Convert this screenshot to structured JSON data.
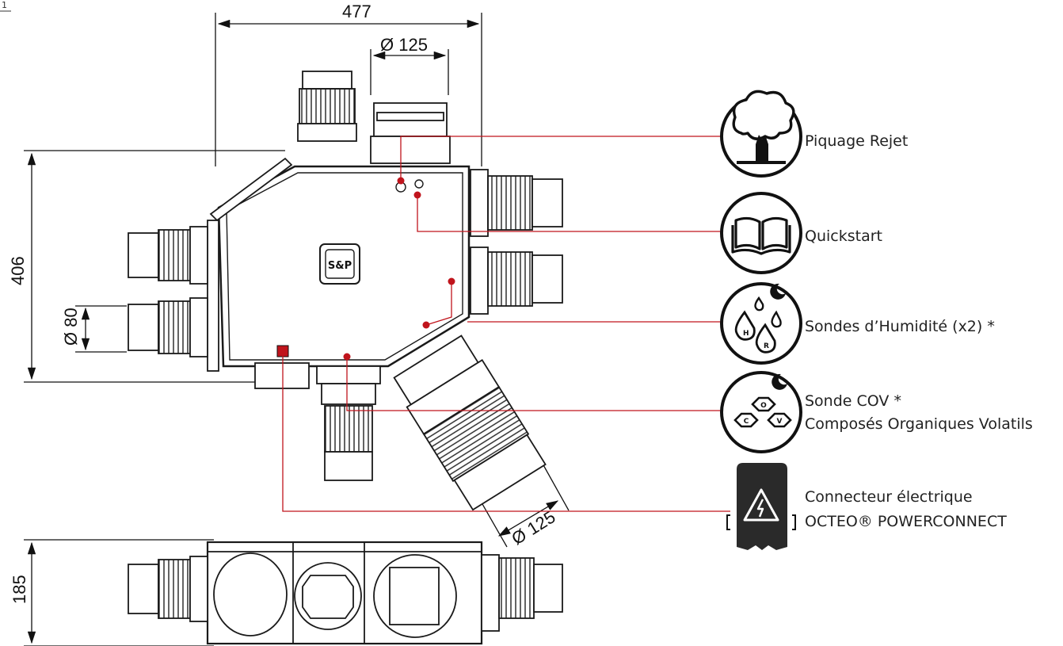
{
  "corner_mark": "1",
  "dimensions": {
    "width": "477",
    "top_pipe": "Ø 125",
    "height": "406",
    "side_pipe": "Ø 80",
    "diag_pipe": "Ø 125",
    "depth": "185"
  },
  "logo": "S&P",
  "legend": [
    {
      "icon": "tree-icon",
      "text": "Piquage Rejet"
    },
    {
      "icon": "book-icon",
      "text": "Quickstart"
    },
    {
      "icon": "humidity-icon",
      "text": "Sondes d’Humidité (x2) *",
      "letters": [
        "H",
        "R"
      ]
    },
    {
      "icon": "voc-icon",
      "line1": "Sonde COV *",
      "line2": "Composés Organiques Volatils",
      "letters": [
        "C",
        "O",
        "V"
      ]
    },
    {
      "icon": "power-connector-icon",
      "line1": "Connecteur électrique",
      "line2": "OCTEO® POWERCONNECT"
    }
  ],
  "colors": {
    "leader": "#c0141c",
    "line": "#1a1a1a",
    "icon_fill": "#222222"
  }
}
